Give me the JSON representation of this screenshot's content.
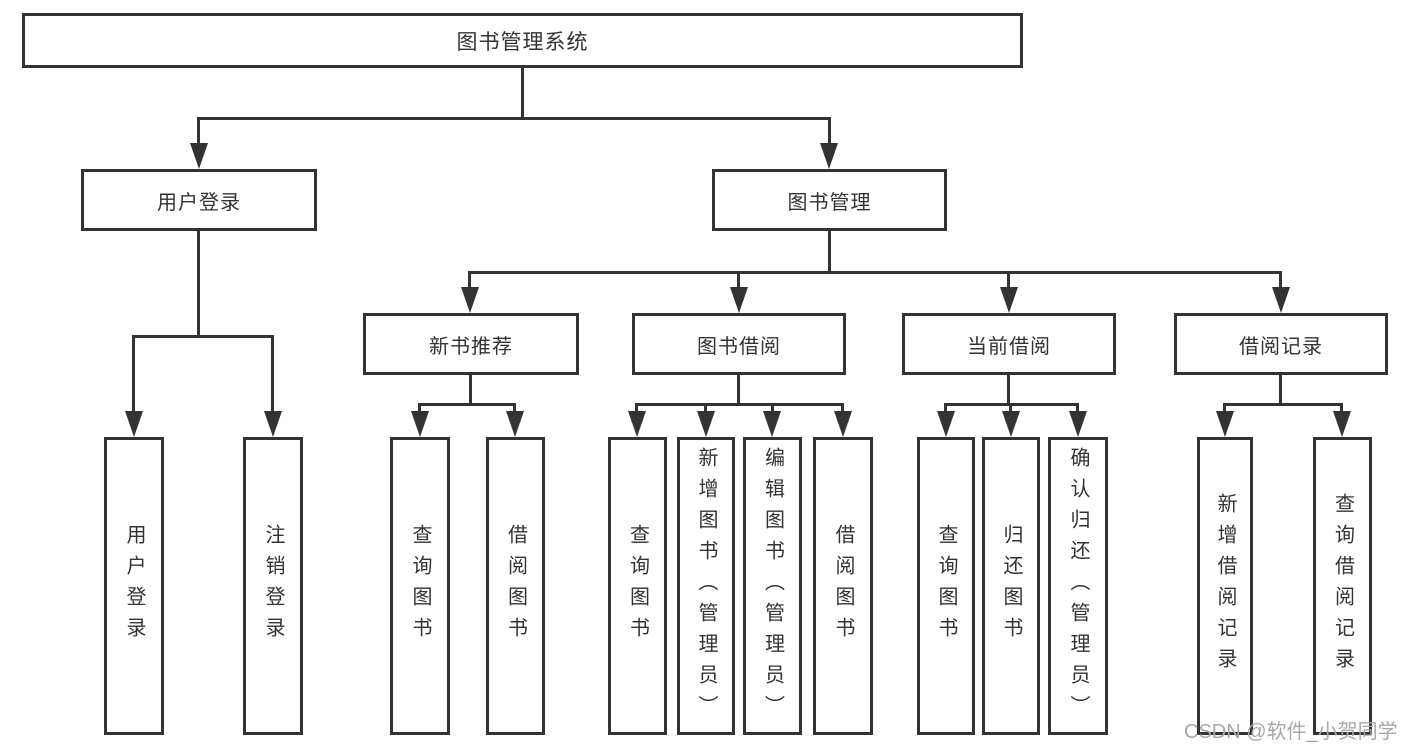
{
  "colors": {
    "line": "#333333",
    "text": "#333333",
    "watermark": "#a8a8a8",
    "background": "#ffffff"
  },
  "watermark": {
    "text": "CSDN @软件_小贺同学"
  },
  "diagram": {
    "root": {
      "label": "图书管理系统"
    },
    "branches": [
      {
        "label": "用户登录",
        "children": [
          {
            "label": "用户登录"
          },
          {
            "label": "注销登录"
          }
        ]
      },
      {
        "label": "图书管理",
        "children": [
          {
            "label": "新书推荐",
            "children": [
              {
                "label": "查询图书"
              },
              {
                "label": "借阅图书"
              }
            ]
          },
          {
            "label": "图书借阅",
            "children": [
              {
                "label": "查询图书"
              },
              {
                "label": "新增图书（管理员）"
              },
              {
                "label": "编辑图书（管理员）"
              },
              {
                "label": "借阅图书"
              }
            ]
          },
          {
            "label": "当前借阅",
            "children": [
              {
                "label": "查询图书"
              },
              {
                "label": "归还图书"
              },
              {
                "label": "确认归还（管理员）"
              }
            ]
          },
          {
            "label": "借阅记录",
            "children": [
              {
                "label": "新增借阅记录"
              },
              {
                "label": "查询借阅记录"
              }
            ]
          }
        ]
      }
    ]
  }
}
